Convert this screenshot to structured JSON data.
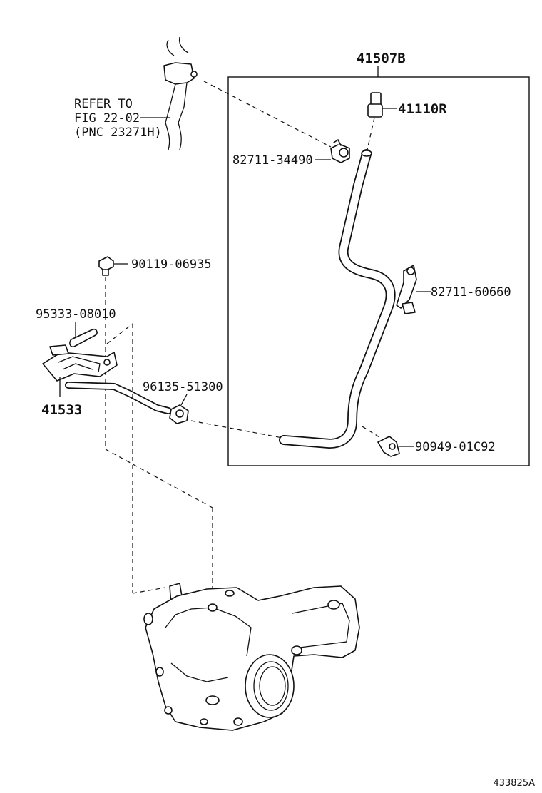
{
  "refer_note": {
    "line1": "REFER TO",
    "line2": "FIG 22-02",
    "line3": "(PNC 23271H)"
  },
  "labels": {
    "assembly": "41507B",
    "plug": "41110R",
    "clamp_upper": "82711-34490",
    "clamp_right": "82711-60660",
    "clip_lower": "90949-01C92",
    "bolt": "90119-06935",
    "cap": "95333-08010",
    "tube": "41533",
    "clamp_small": "96135-51300"
  },
  "illustration_id": "433825A"
}
